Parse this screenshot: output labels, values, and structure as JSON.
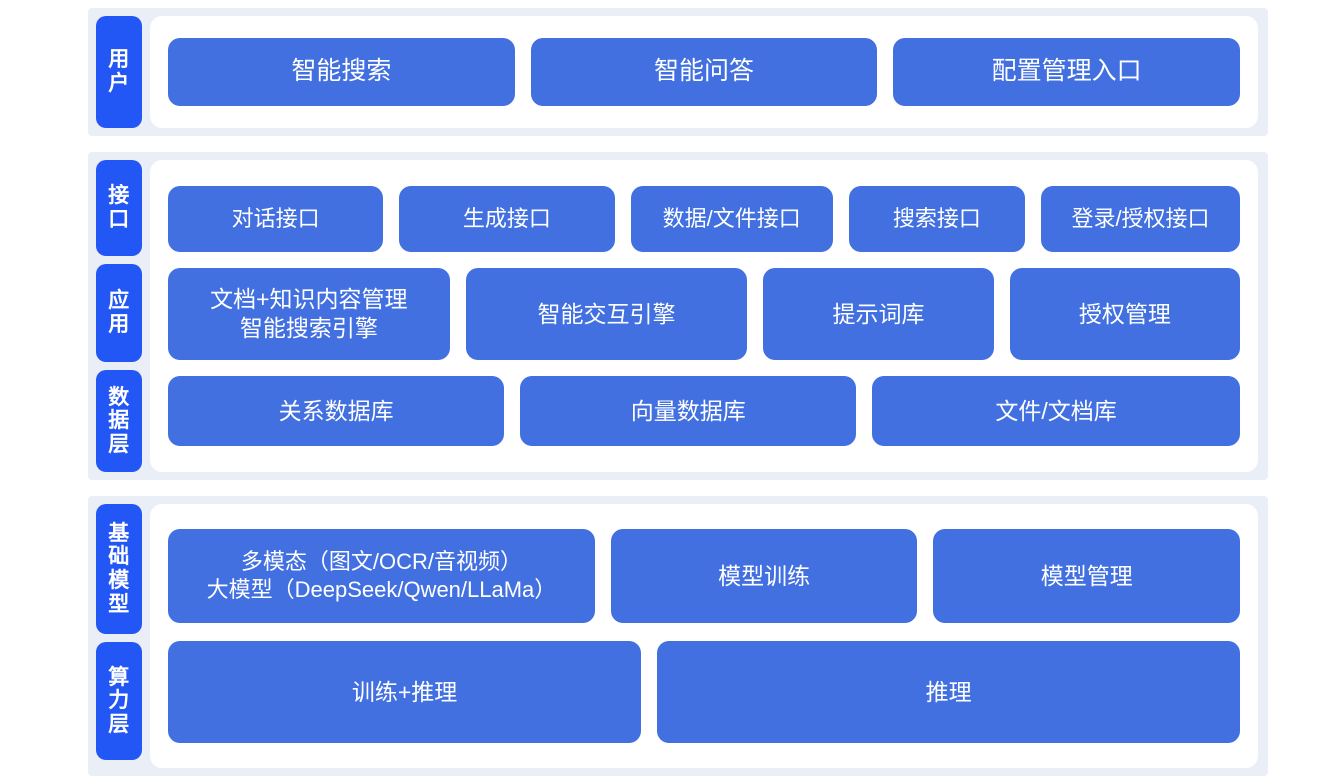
{
  "theme": {
    "tab_blue": "#2357f5",
    "node_blue": "#4270e0",
    "band_bg": "#eaeff7",
    "panel_bg": "#ffffff",
    "page_bg": "#ffffff",
    "node_text": "#ffffff"
  },
  "bands": {
    "users": {
      "tabs": [
        {
          "label": "用户"
        }
      ],
      "rows": [
        {
          "name": "user-entry-row",
          "nodes": [
            {
              "label": "智能搜索"
            },
            {
              "label": "智能问答"
            },
            {
              "label": "配置管理入口"
            }
          ]
        }
      ]
    },
    "middle": {
      "tabs": [
        {
          "label": "接口"
        },
        {
          "label": "应用"
        },
        {
          "label": "数据层"
        }
      ],
      "rows": [
        {
          "name": "interface-row",
          "nodes": [
            {
              "label": "对话接口"
            },
            {
              "label": "生成接口"
            },
            {
              "label": "数据/文件接口"
            },
            {
              "label": "搜索接口"
            },
            {
              "label": "登录/授权接口"
            }
          ]
        },
        {
          "name": "application-row",
          "nodes": [
            {
              "label": "文档+知识内容管理\n智能搜索引擎"
            },
            {
              "label": "智能交互引擎"
            },
            {
              "label": "提示词库"
            },
            {
              "label": "授权管理"
            }
          ]
        },
        {
          "name": "data-row",
          "nodes": [
            {
              "label": "关系数据库"
            },
            {
              "label": "向量数据库"
            },
            {
              "label": "文件/文档库"
            }
          ]
        }
      ]
    },
    "infra": {
      "tabs": [
        {
          "label": "基础模型"
        },
        {
          "label": "算力层"
        }
      ],
      "rows": [
        {
          "name": "model-row",
          "nodes": [
            {
              "label": "多模态（图文/OCR/音视频）\n大模型（DeepSeek/Qwen/LLaMa）"
            },
            {
              "label": "模型训练"
            },
            {
              "label": "模型管理"
            }
          ]
        },
        {
          "name": "compute-row",
          "nodes": [
            {
              "label": "训练+推理"
            },
            {
              "label": "推理"
            }
          ]
        }
      ]
    }
  }
}
